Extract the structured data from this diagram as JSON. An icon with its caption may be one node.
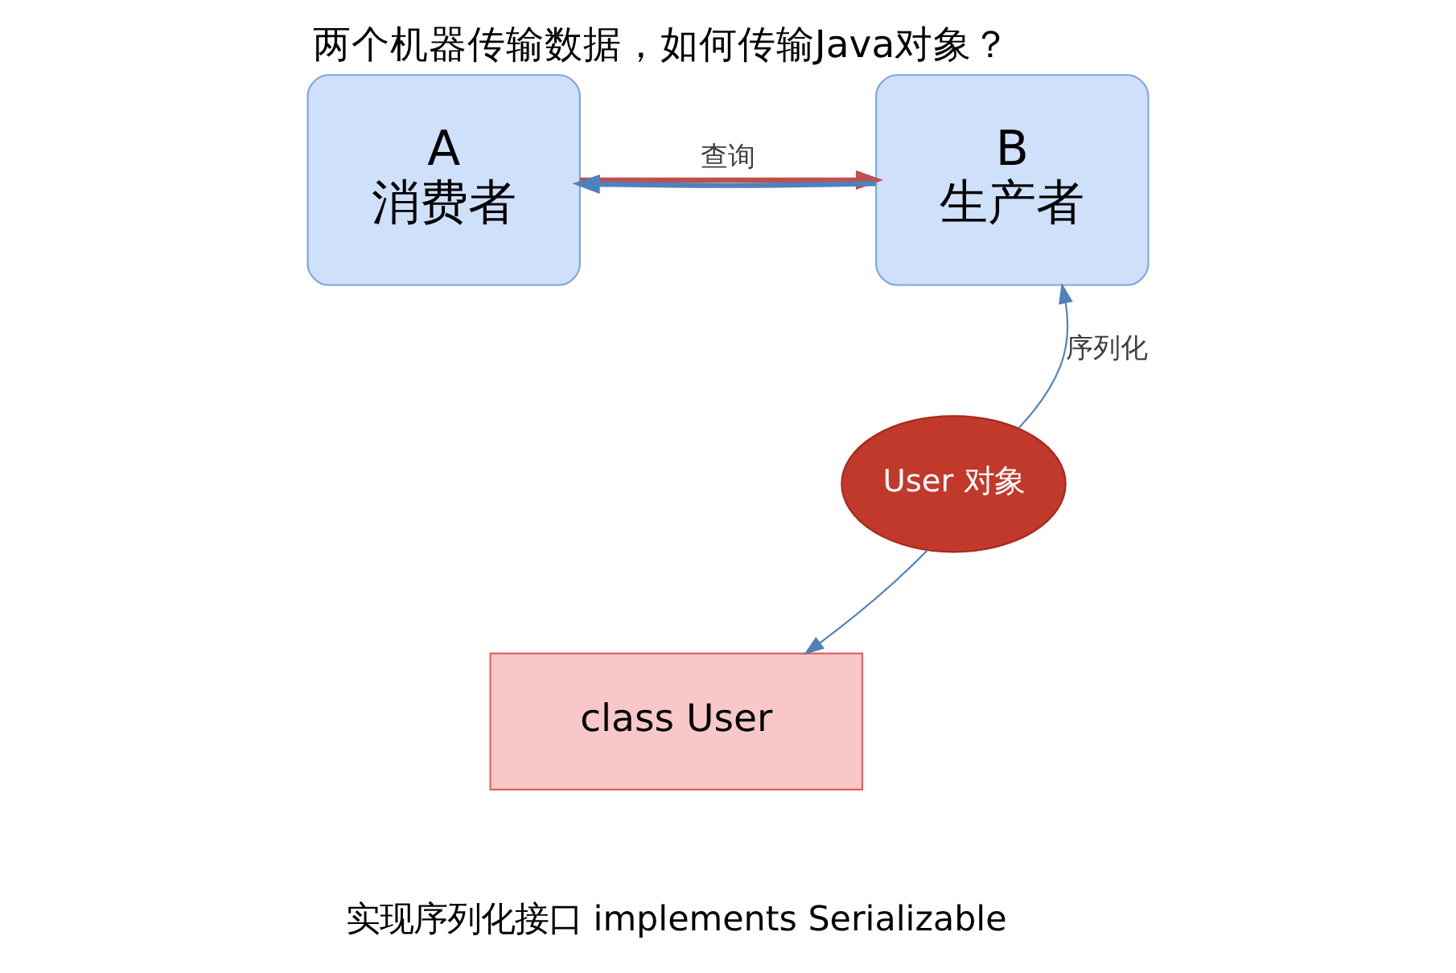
{
  "diagram": {
    "title": "两个机器传输数据，如何传输Java对象？",
    "nodes": [
      {
        "text": [
          "A",
          "消费者"
        ]
      },
      {
        "text": [
          "B",
          "生产者"
        ]
      },
      {
        "text": [
          "User 对象"
        ]
      },
      {
        "text": [
          "class User"
        ]
      }
    ],
    "edges": [
      {
        "from": 0,
        "to": 1,
        "arrow": "to",
        "label": "查询",
        "color": "#c0504d",
        "style": "thick"
      },
      {
        "from": 1,
        "to": 0,
        "arrow": "to",
        "style": "thick"
      },
      {
        "from": 2,
        "to": 1,
        "arrow": "to",
        "label": "序列化"
      },
      {
        "from": 2,
        "to": 3,
        "arrow": "to"
      }
    ],
    "labels": [
      "实现序列化接口 implements Serializable"
    ]
  }
}
